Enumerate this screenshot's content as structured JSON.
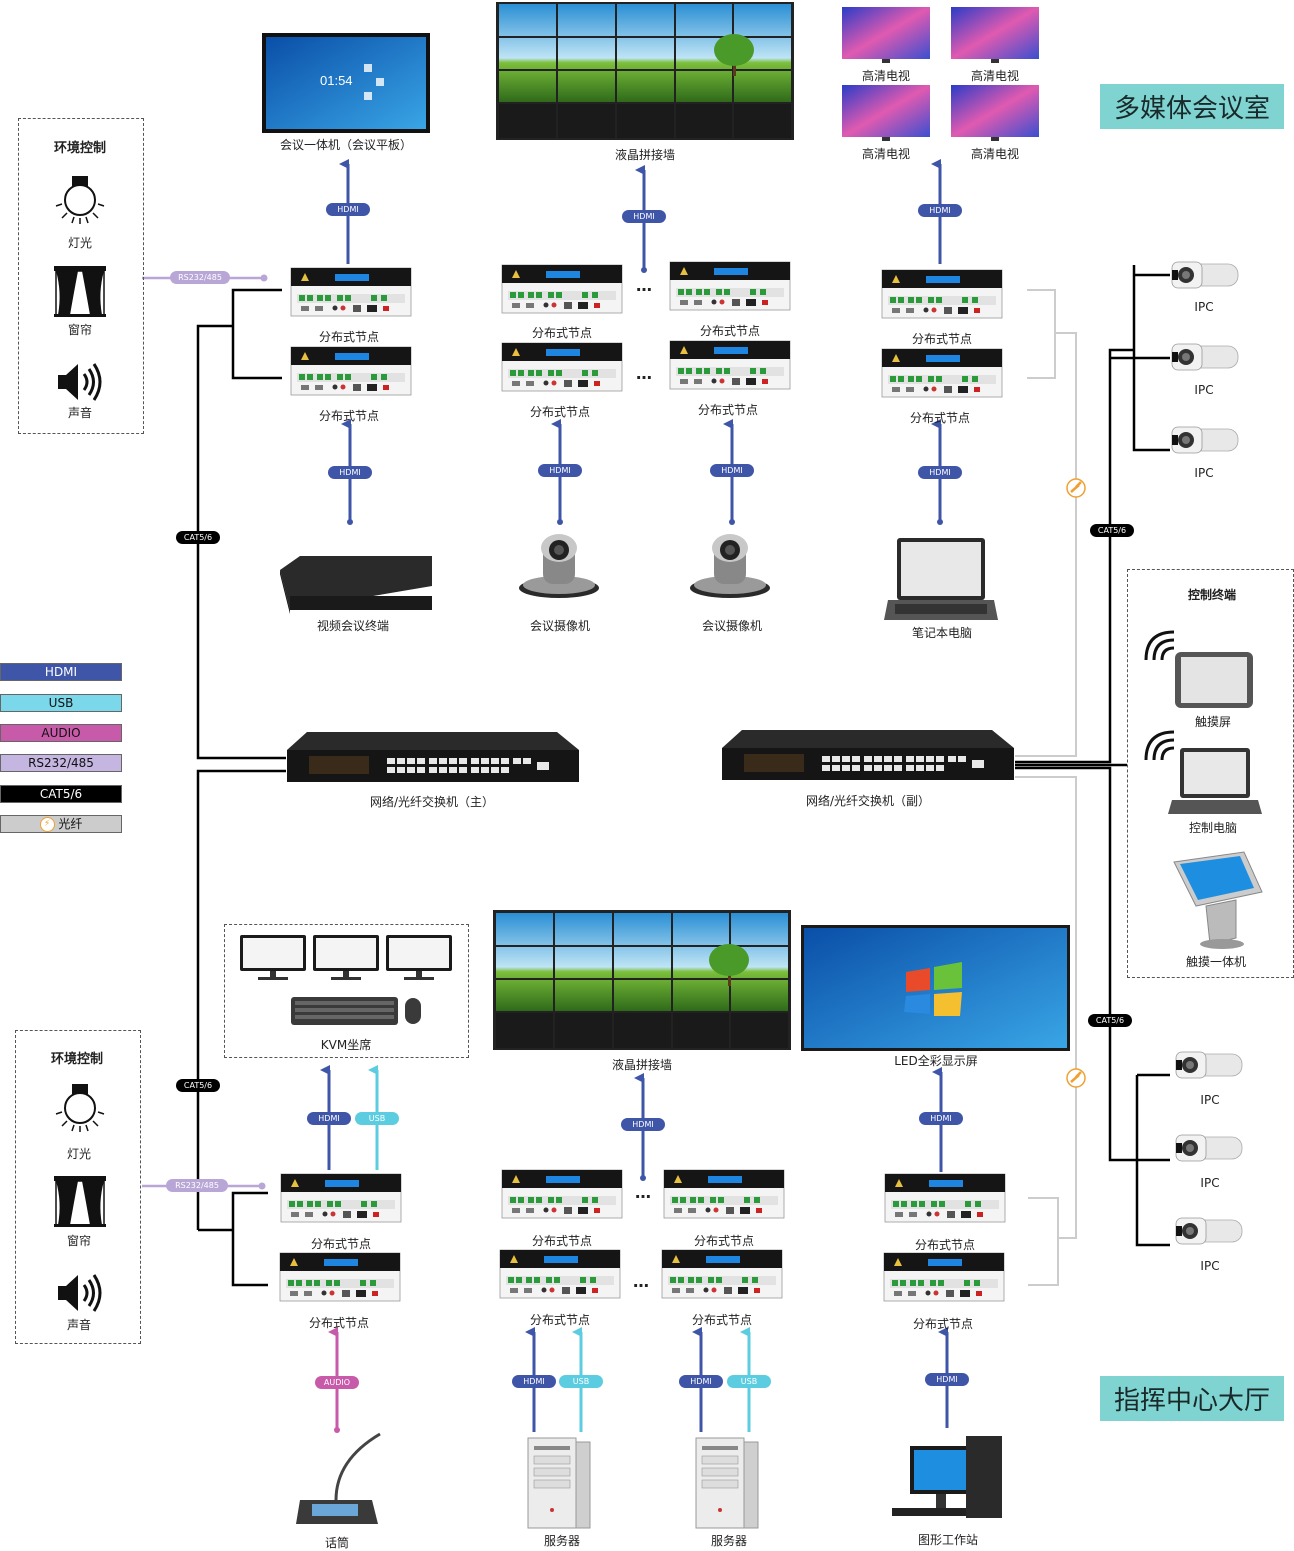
{
  "section_titles": {
    "top": "多媒体会议室",
    "bottom": "指挥中心大厅"
  },
  "env_control": {
    "title": "环境控制",
    "items": {
      "light": "灯光",
      "curtain": "窗帘",
      "sound": "声音"
    }
  },
  "control_terminal": {
    "title": "控制终端",
    "items": {
      "touch_screen": "触摸屏",
      "control_pc": "控制电脑",
      "touch_kiosk": "触摸一体机"
    }
  },
  "devices": {
    "meeting_panel": "会议一体机（会议平板）",
    "lcd_wall": "液晶拼接墙",
    "hd_tv": "高清电视",
    "node": "分布式节点",
    "vc_terminal": "视频会议终端",
    "conf_camera": "会议摄像机",
    "laptop": "笔记本电脑",
    "switch_main": "网络/光纤交换机（主）",
    "switch_sub": "网络/光纤交换机（副）",
    "ipc": "IPC",
    "kvm": "KVM坐席",
    "led_screen": "LED全彩显示屏",
    "microphone": "话筒",
    "server": "服务器",
    "workstation": "图形工作站",
    "dots": "…"
  },
  "screen_text": {
    "clock": "01:54"
  },
  "legend": {
    "hdmi": "HDMI",
    "usb": "USB",
    "audio": "AUDIO",
    "rs232": "RS232/485",
    "cat": "CAT5/6",
    "fiber": "光纤"
  },
  "tags": {
    "hdmi": "HDMI",
    "usb": "USB",
    "audio": "AUDIO",
    "rs232": "RS232/485",
    "cat": "CAT5/6"
  },
  "colors": {
    "hdmi": "#3e55a8",
    "usb": "#5ccde0",
    "audio": "#c85aaa",
    "rs232": "#b8a6d6",
    "cat": "#000000",
    "fiber": "#cccccc",
    "accent": "#7fd4d2"
  }
}
